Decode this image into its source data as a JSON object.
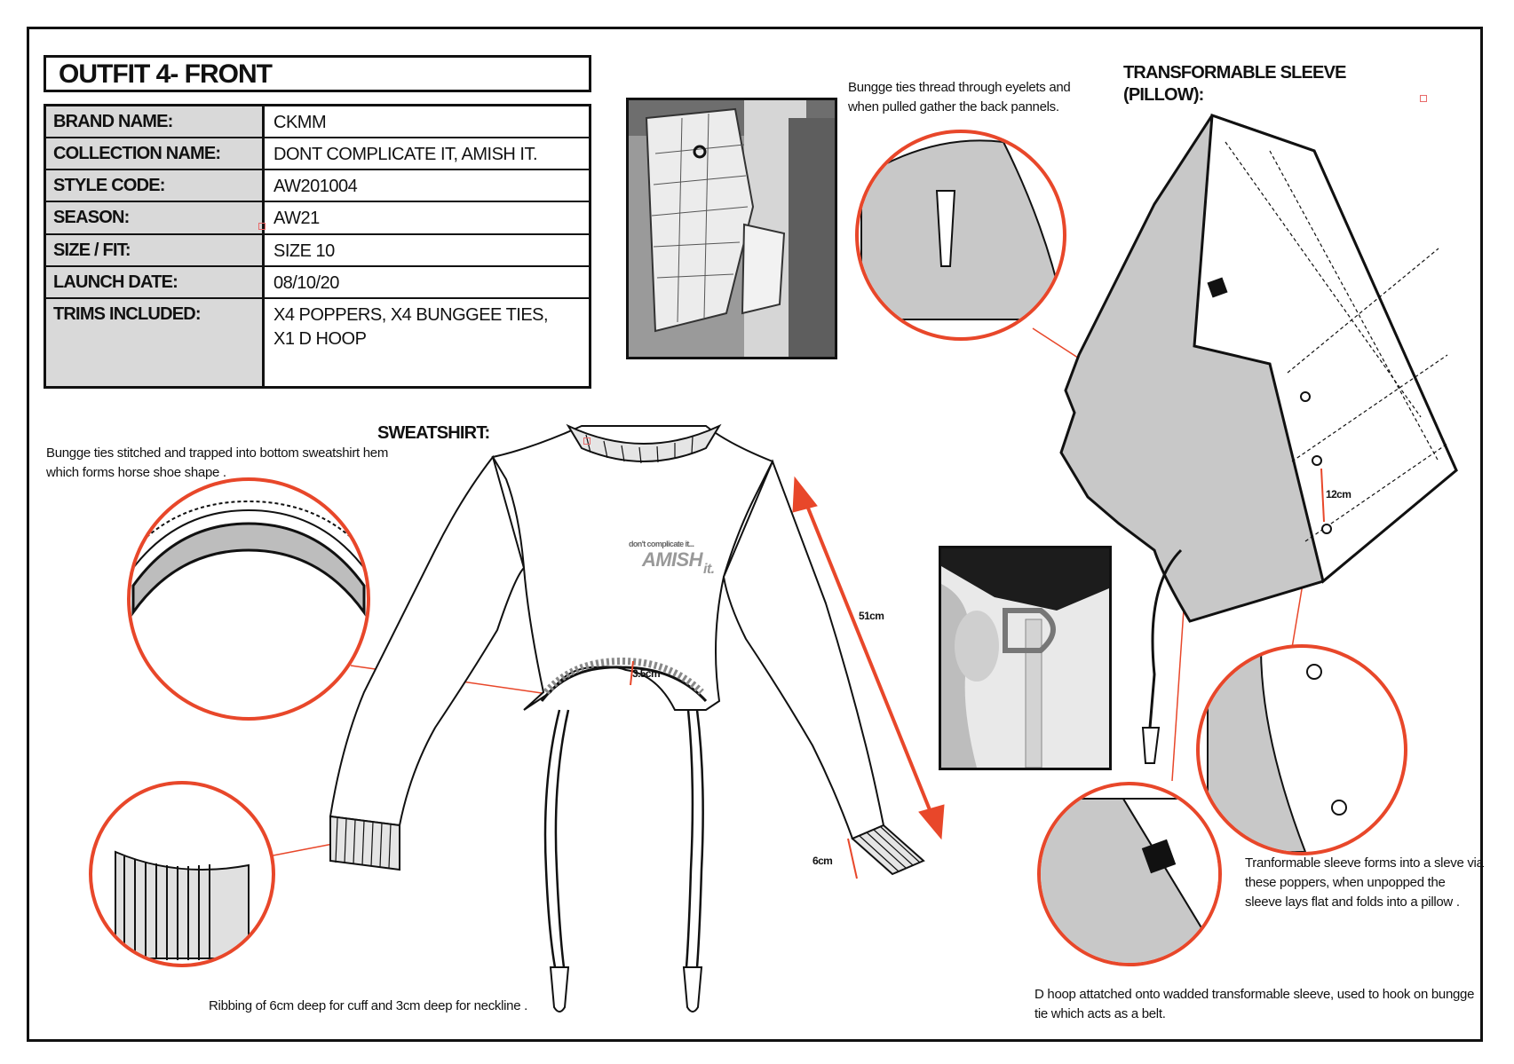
{
  "title": "OUTFIT 4- FRONT",
  "spec_table": [
    {
      "label": "BRAND NAME:",
      "value": "CKMM"
    },
    {
      "label": "COLLECTION NAME:",
      "value": "DONT COMPLICATE IT, AMISH IT."
    },
    {
      "label": "STYLE CODE:",
      "value": "AW201004"
    },
    {
      "label": "SEASON:",
      "value": "AW21"
    },
    {
      "label": "SIZE / FIT:",
      "value": "SIZE 10"
    },
    {
      "label": "LAUNCH DATE:",
      "value": "08/10/20"
    },
    {
      "label": "TRIMS INCLUDED:",
      "value": "X4 POPPERS, X4 BUNGGEE TIES, X1 D HOOP"
    }
  ],
  "sweatshirt": {
    "heading": "SWEATSHIRT:",
    "hem_note": "Bungge ties stitched and trapped into bottom sweatshirt hem which forms horse shoe shape .",
    "rib_note": "Ribbing of 6cm deep for cuff and 3cm deep for neckline .",
    "print_line1": "don't complicate it...",
    "print_line2": "AMISH",
    "print_line3": "it.",
    "dim_length": "51cm",
    "dim_hem": "3.5cm",
    "dim_cuff": "6cm"
  },
  "sleeve": {
    "heading": "TRANSFORMABLE SLEEVE (PILLOW):",
    "bungee_note": "Bungge ties thread through eyelets and when pulled gather the back pannels.",
    "popper_note": "Tranformable sleeve forms into a sleve via these poppers, when unpopped the sleeve lays flat and folds into a pillow .",
    "dhoop_note": "D hoop attatched onto wadded transformable sleeve, used to hook on bungge tie which acts as a belt.",
    "dim_popper": "12cm"
  },
  "colors": {
    "callout": "#e8472a",
    "fabric_grey": "#c8c8c8",
    "label_grey": "#d9d9d9",
    "ink": "#111111"
  }
}
